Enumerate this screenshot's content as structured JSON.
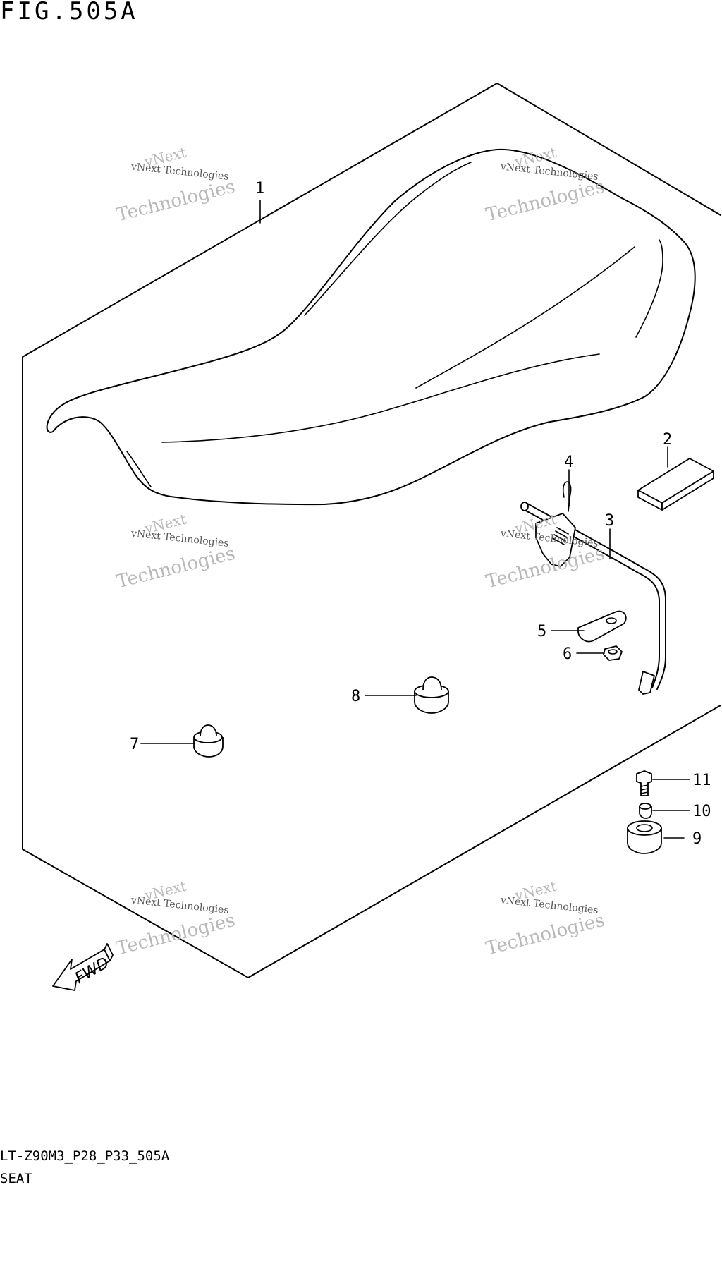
{
  "figure": {
    "title": "FIG.505A",
    "code": "LT-Z90M3_P28_P33_505A",
    "name": "SEAT"
  },
  "callouts": [
    "1",
    "2",
    "3",
    "4",
    "5",
    "6",
    "7",
    "8",
    "9",
    "10",
    "11"
  ],
  "direction_label": "FWD",
  "watermark": {
    "line1": "vNext",
    "line2": "vNext Technologies",
    "line3": "Technologies"
  }
}
